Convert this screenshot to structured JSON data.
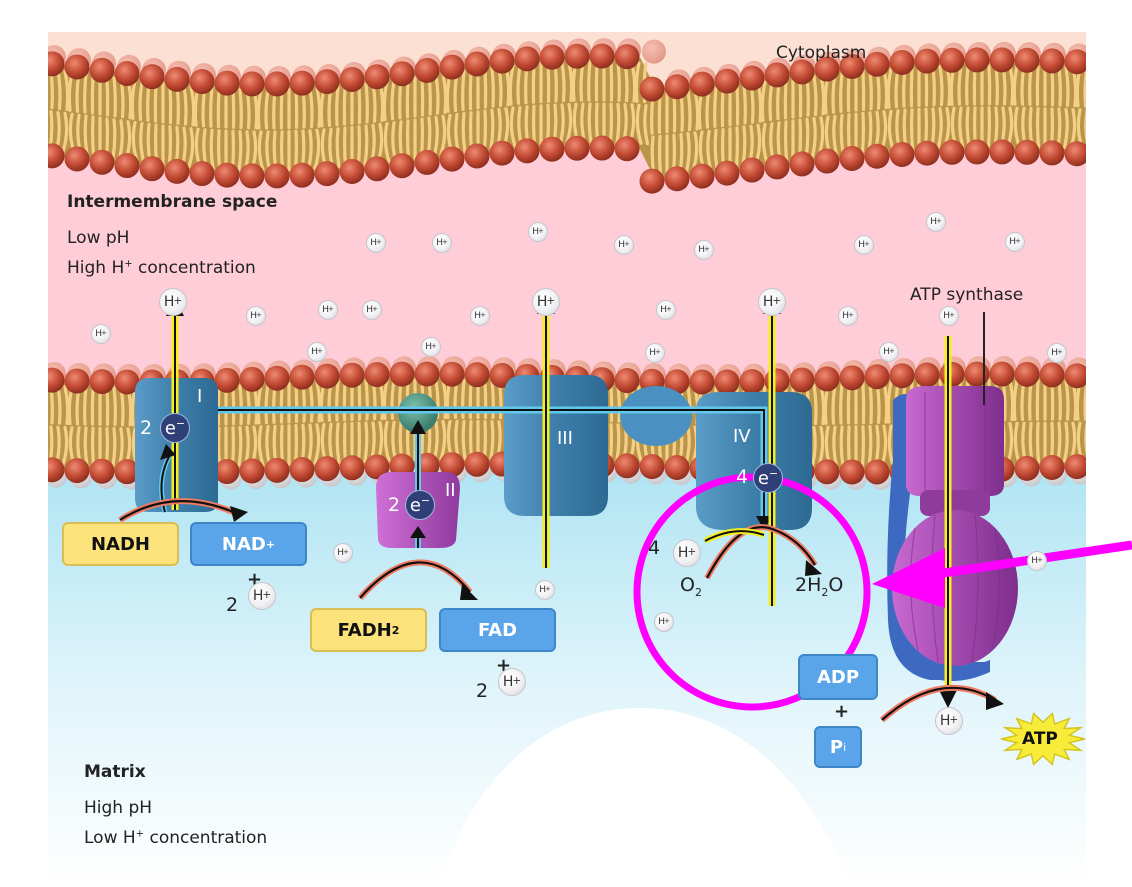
{
  "regions": {
    "cytoplasm": "Cytoplasm",
    "intermembrane_title": "Intermembrane space",
    "intermembrane_ph": "Low pH",
    "intermembrane_conc_prefix": "High H",
    "intermembrane_conc_sup": "+",
    "intermembrane_conc_suffix": " concentration",
    "matrix_title": "Matrix",
    "matrix_ph": "High pH",
    "matrix_conc_prefix": "Low H",
    "matrix_conc_sup": "+",
    "matrix_conc_suffix": " concentration"
  },
  "complexes": {
    "complex_1": "I",
    "complex_2": "II",
    "complex_3": "III",
    "complex_4": "IV",
    "atp_synthase": "ATP synthase"
  },
  "electrons": {
    "complex_1_count": "2",
    "complex_2_count": "2",
    "complex_4_count": "4",
    "symbol": "e",
    "charge": "−"
  },
  "proton": {
    "symbol": "H",
    "charge": "+"
  },
  "molecules": {
    "nadh": "NADH",
    "nad_plus": "NAD",
    "nad_plus_sup": "+",
    "fadh2": "FADH",
    "fadh2_sub": "2",
    "fad": "FAD",
    "adp": "ADP",
    "pi": "P",
    "pi_sub": "i",
    "atp": "ATP",
    "o2": "O",
    "o2_sub": "2",
    "water_coef": "2H",
    "water_sub": "2",
    "water_end": "O"
  },
  "stoichiometry": {
    "nad_protons": "2",
    "fad_protons": "2",
    "oxygen_protons": "4",
    "plus": "+"
  },
  "annotation": {
    "highlight": "Complex IV reaction: 4 H+ + O2 → 2H2O",
    "color": "#ff00ff"
  },
  "colors": {
    "cytoplasm": "#fde0d4",
    "intermembrane": "#ffcdd8",
    "matrix_top": "#b2e6f3",
    "phospholipid_head": "#c0462f",
    "lipid_tail": "#f2c878",
    "complex_blue": "#3f7fa8",
    "complex_ii": "#b04cb8",
    "atp_synthase": "#a54dae",
    "stator": "#3d6ac0",
    "proton_path": "#f5ef22",
    "electron_path": "#5fc8ec",
    "reaction_arc": "#f07a62",
    "highlight": "#ff00ff"
  }
}
